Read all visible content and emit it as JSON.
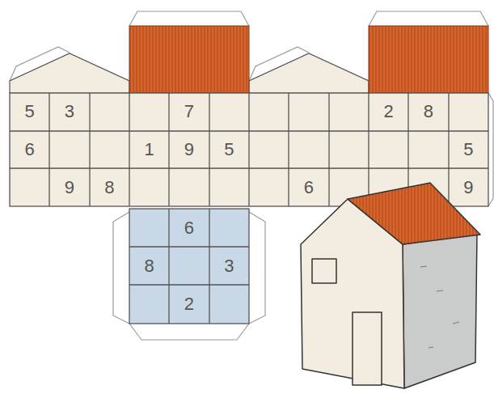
{
  "diagram": {
    "nodes": [
      {
        "text": [
          "5",
          "3",
          "6",
          "9",
          "8"
        ]
      },
      {
        "text": [
          "7",
          "1",
          "9",
          "5"
        ]
      },
      {
        "text": [
          "6"
        ]
      },
      {
        "text": [
          "2",
          "8",
          "5",
          "9"
        ]
      },
      {
        "text": [
          "6",
          "8",
          "3",
          "2"
        ]
      }
    ]
  }
}
